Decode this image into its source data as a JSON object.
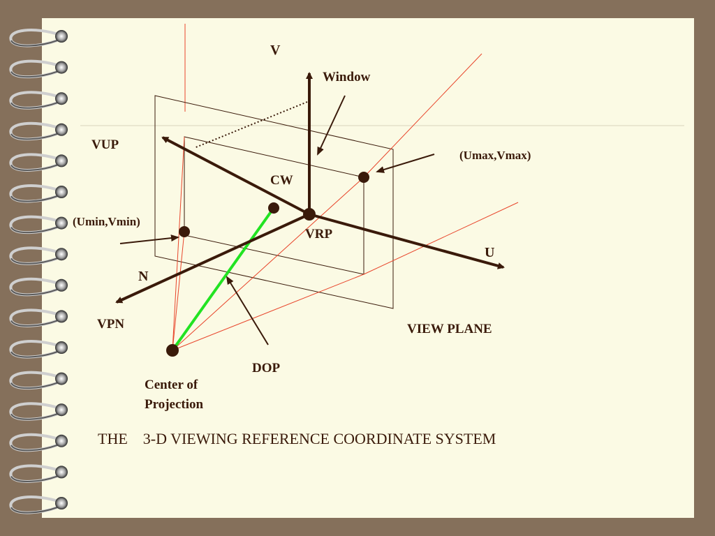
{
  "labels": {
    "v": "V",
    "window": "Window",
    "vup": "VUP",
    "umax_vmax": "(Umax,Vmax)",
    "cw": "CW",
    "umin_vmin": "(Umin,Vmin)",
    "vrp": "VRP",
    "u": "U",
    "n": "N",
    "vpn": "VPN",
    "view_plane": "VIEW PLANE",
    "dop": "DOP",
    "center_of_projection": "Center of\nProjection"
  },
  "caption": "THE    3-D VIEWING REFERENCE COORDINATE SYSTEM",
  "colors": {
    "background": "#85705b",
    "paper": "#fbfae4",
    "axis": "#3a1a0a",
    "projector": "#e8442a",
    "dop": "#22e322",
    "plane": "#3a1a0a"
  }
}
